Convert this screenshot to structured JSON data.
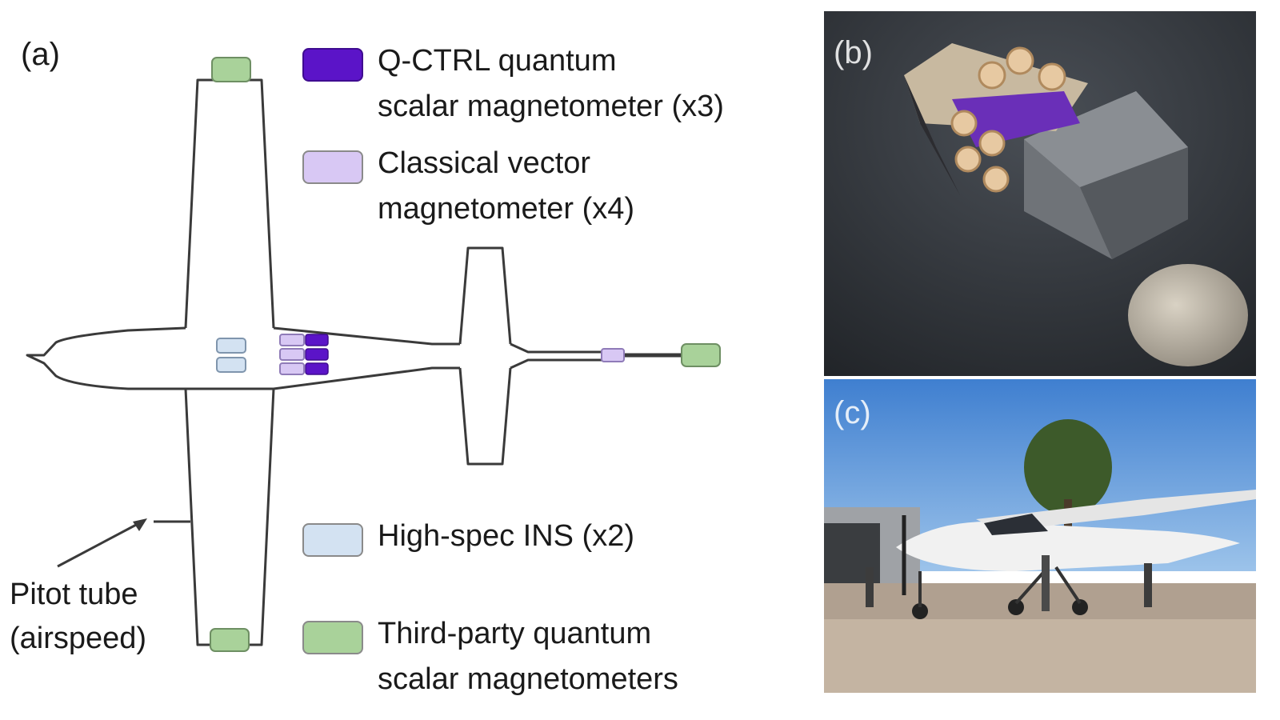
{
  "panels": {
    "a": "(a)",
    "b": "(b)",
    "c": "(c)"
  },
  "legend": [
    {
      "label": "Q-CTRL quantum\nscalar magnetometer (x3)",
      "color": "#5b14c8",
      "icon": "qctrl-sensor-swatch"
    },
    {
      "label": "Classical vector\nmagnetometer (x4)",
      "color": "#d8c8f4",
      "icon": "vector-magnetometer-swatch"
    },
    {
      "label": "High-spec INS (x2)",
      "color": "#d3e2f2",
      "icon": "ins-swatch"
    },
    {
      "label": "Third-party quantum\nscalar magnetometers",
      "color": "#a9d29a",
      "icon": "third-party-swatch"
    }
  ],
  "pitot_label": "Pitot tube\n(airspeed)",
  "colors": {
    "outline": "#3a3a3a",
    "qctrl": "#5b14c8",
    "vector": "#d8c8f4",
    "ins": "#d3e2f2",
    "third_party": "#a9d29a"
  }
}
